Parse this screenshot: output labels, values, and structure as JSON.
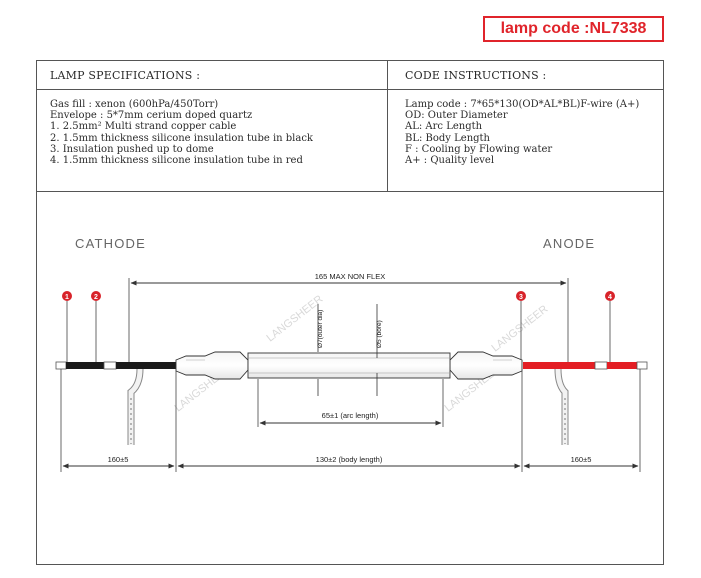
{
  "lamp_code": "lamp code :NL7338",
  "specs": {
    "heading": "LAMP SPECIFICATIONS :",
    "lines": [
      "Gas fill : xenon (600hPa/450Torr)",
      "Envelope : 5*7mm cerium doped quartz",
      "1. 2.5mm² Multi strand copper cable",
      "2. 1.5mm thickness silicone insulation tube in  black",
      "3. Insulation pushed up to dome",
      "4. 1.5mm thickness silicone insulation tube in red"
    ]
  },
  "code_instructions": {
    "heading": "CODE INSTRUCTIONS :",
    "lines": [
      "Lamp code : 7*65*130(OD*AL*BL)F-wire (A+)",
      "OD: Outer Diameter",
      "AL: Arc Length",
      "BL: Body Length",
      "F   : Cooling by Flowing water",
      "A+ : Quality level"
    ]
  },
  "diagram": {
    "cathode_label": "CATHODE",
    "anode_label": "ANODE",
    "max_non_flex": "165 MAX NON FLEX",
    "outer_dia": "Ø7(outer dia)",
    "bore": "Ø5 (bore)",
    "arc_length": "65±1 (arc length)",
    "body_length": "130±2 (body length)",
    "left_lead": "160±5",
    "right_lead": "160±5",
    "markers": [
      "1",
      "2",
      "3",
      "4"
    ],
    "watermark": "LANGSHEER",
    "colors": {
      "black_tube": "#1a1a1a",
      "red_tube": "#e31e24",
      "marker": "#d8232a"
    }
  }
}
